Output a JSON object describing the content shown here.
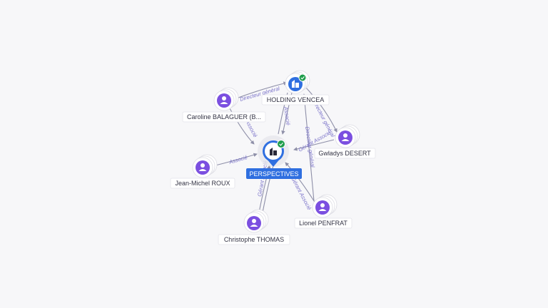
{
  "nodes": {
    "center": {
      "label": "PERSPECTIVES",
      "kind": "company",
      "verified": true
    },
    "holding": {
      "label": "HOLDING VENCEA",
      "kind": "company",
      "verified": true
    },
    "caroline": {
      "label": "Caroline BALAGUER (B...",
      "kind": "person"
    },
    "gwladys": {
      "label": "Gwladys DESERT",
      "kind": "person"
    },
    "jeanmichel": {
      "label": "Jean-Michel ROUX",
      "kind": "person"
    },
    "lionel": {
      "label": "Lionel PENFRAT",
      "kind": "person"
    },
    "christophe": {
      "label": "Christophe THOMAS",
      "kind": "person"
    }
  },
  "edge_labels": {
    "caroline_holding": "Directeur général",
    "caroline_center": "Associé",
    "holding_center": "Associé",
    "holding_gwladys": "Directeur général",
    "gwladys_center": "Gérant Associé",
    "lionel_holding": "Directeur général",
    "lionel_center": "Gérant Associé",
    "jeanmichel_center": "Associé",
    "christophe_center": "Gérant Associé"
  },
  "colors": {
    "person": "#7b4fe0",
    "company": "#2f6fe0",
    "verified": "#1f9d4c",
    "edge": "#8e8fa8",
    "edge_label": "#7a72c9"
  },
  "icons": {
    "person": "person-icon",
    "company": "building-icon",
    "verified": "check-badge-icon"
  }
}
